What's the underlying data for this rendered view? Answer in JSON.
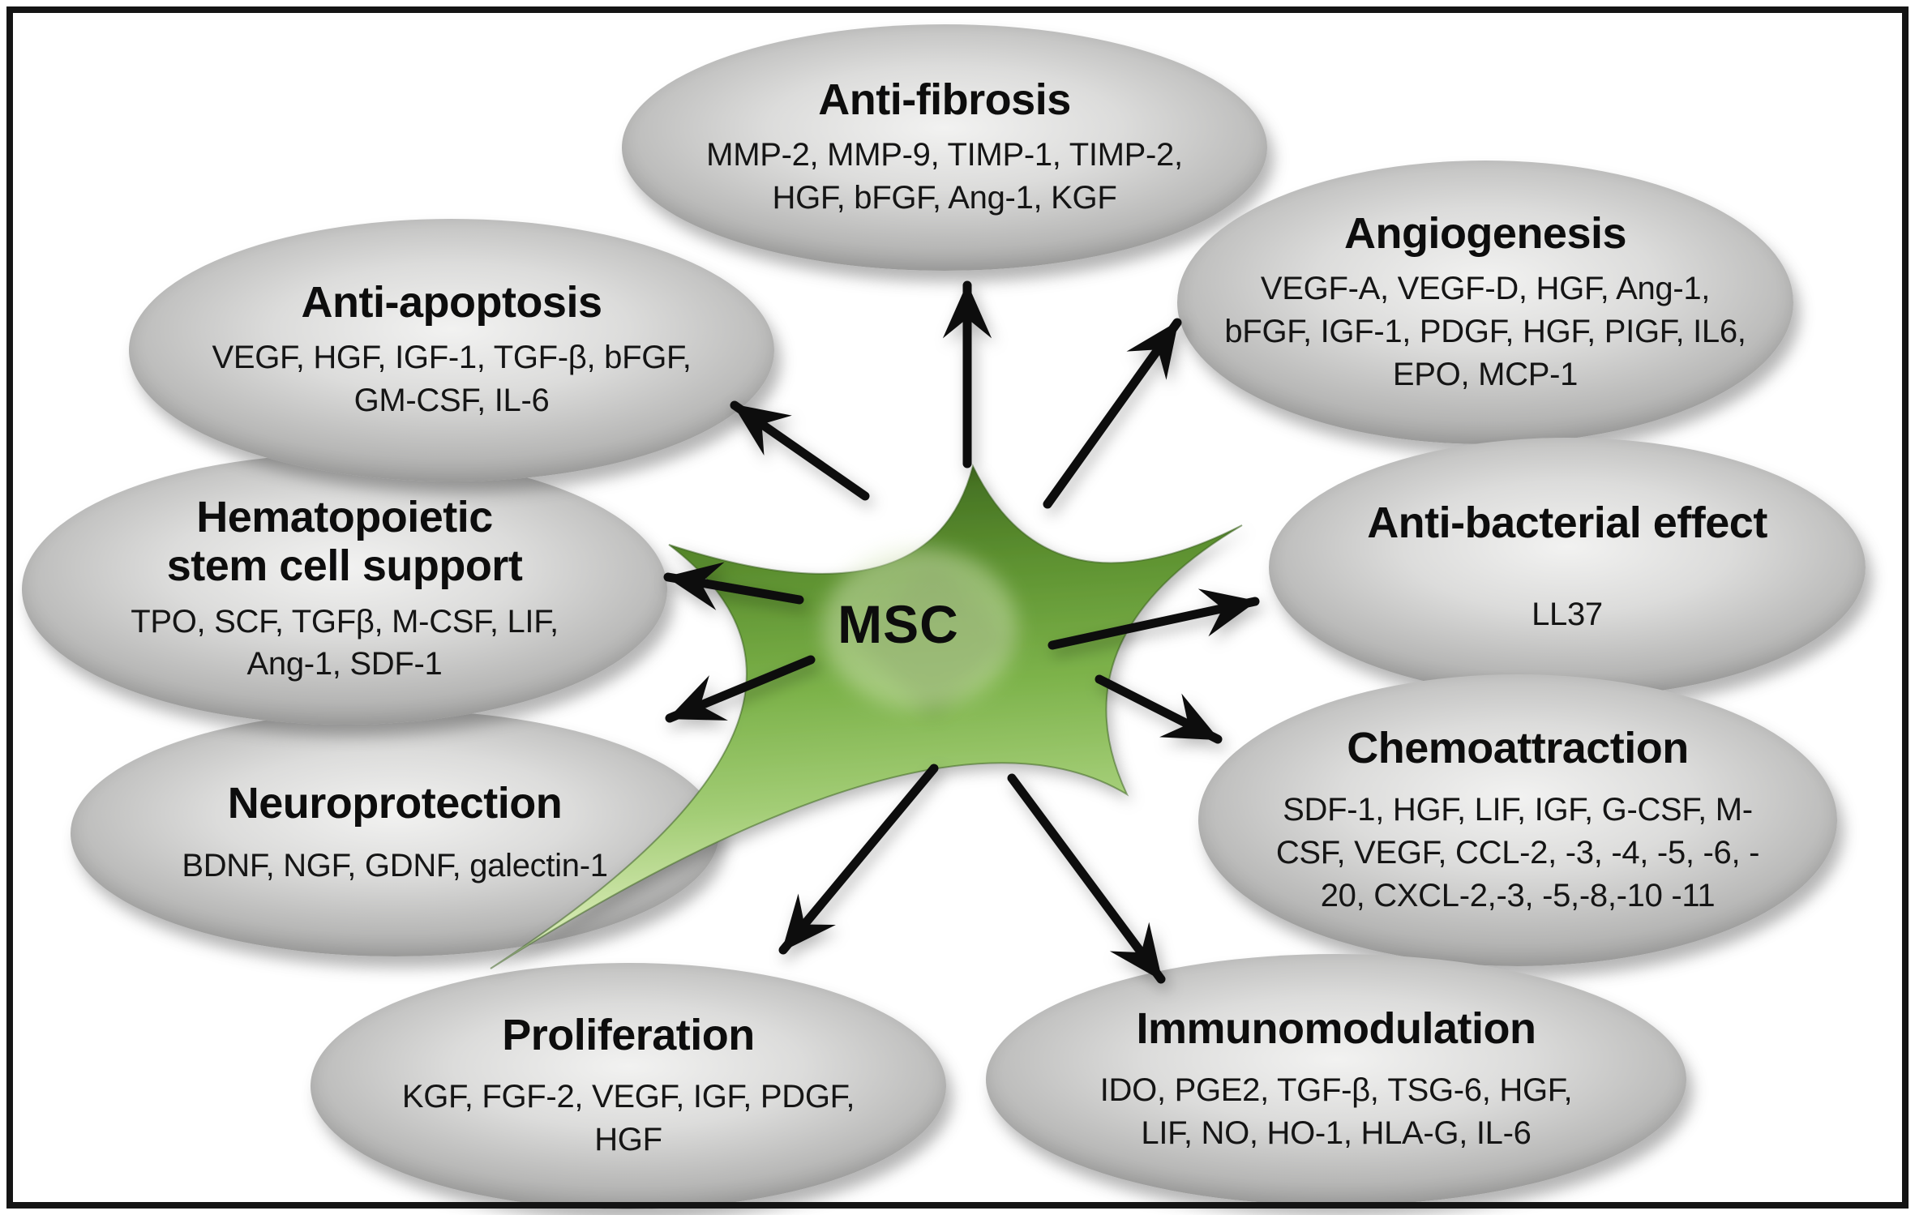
{
  "figure": {
    "type": "radial-concept-diagram",
    "center": {
      "label": "MSC"
    },
    "nodes": [
      {
        "id": "anti-fibrosis",
        "title": "Anti-fibrosis",
        "lines": [
          "MMP-2, MMP-9, TIMP-1, TIMP-2,",
          "HGF, bFGF, Ang-1, KGF"
        ]
      },
      {
        "id": "angiogenesis",
        "title": "Angiogenesis",
        "lines": [
          "VEGF-A, VEGF-D, HGF, Ang-1,",
          "bFGF,  IGF-1,  PDGF, HGF, PIGF, IL6,",
          "EPO, MCP-1"
        ]
      },
      {
        "id": "anti-bacterial-effect",
        "title": "Anti-bacterial effect",
        "lines": [
          "LL37"
        ]
      },
      {
        "id": "chemoattraction",
        "title": "Chemoattraction",
        "lines": [
          "SDF-1, HGF, LIF, IGF, G-CSF, M-",
          "CSF, VEGF, CCL-2, -3, -4, -5, -6, -",
          "20, CXCL-2,-3, -5,-8,-10 -11"
        ]
      },
      {
        "id": "immunomodulation",
        "title": "Immunomodulation",
        "lines": [
          "IDO, PGE2, TGF-β, TSG-6, HGF,",
          "LIF, NO, HO-1, HLA-G, IL-6"
        ]
      },
      {
        "id": "proliferation",
        "title": "Proliferation",
        "lines": [
          "KGF, FGF-2, VEGF, IGF, PDGF,",
          "HGF"
        ]
      },
      {
        "id": "neuroprotection",
        "title": "Neuroprotection",
        "lines": [
          "BDNF, NGF, GDNF, galectin-1"
        ]
      },
      {
        "id": "hematopoietic-stem-cell-support",
        "title": "Hematopoietic\nstem cell support",
        "lines": [
          "TPO, SCF, TGFβ, M-CSF, LIF,",
          "Ang-1, SDF-1"
        ]
      },
      {
        "id": "anti-apoptosis",
        "title": "Anti-apoptosis",
        "lines": [
          "VEGF, HGF, IGF-1, TGF-β, bFGF,",
          "GM-CSF, IL-6"
        ]
      }
    ],
    "icons": {
      "msc-cell": "green starfish-shaped mesenchymal stem cell",
      "radiating-arrow": "black outward arrow from MSC to each function"
    },
    "colors": {
      "background": "#ffffff",
      "frame": "#141414",
      "ellipse_center": "#f2f2f1",
      "ellipse_edge": "#999998",
      "cell_dark_green": "#3e681f",
      "cell_light_green": "#ecf5dc",
      "arrow": "#0d0d0d",
      "text": "#0d0d0d"
    }
  }
}
